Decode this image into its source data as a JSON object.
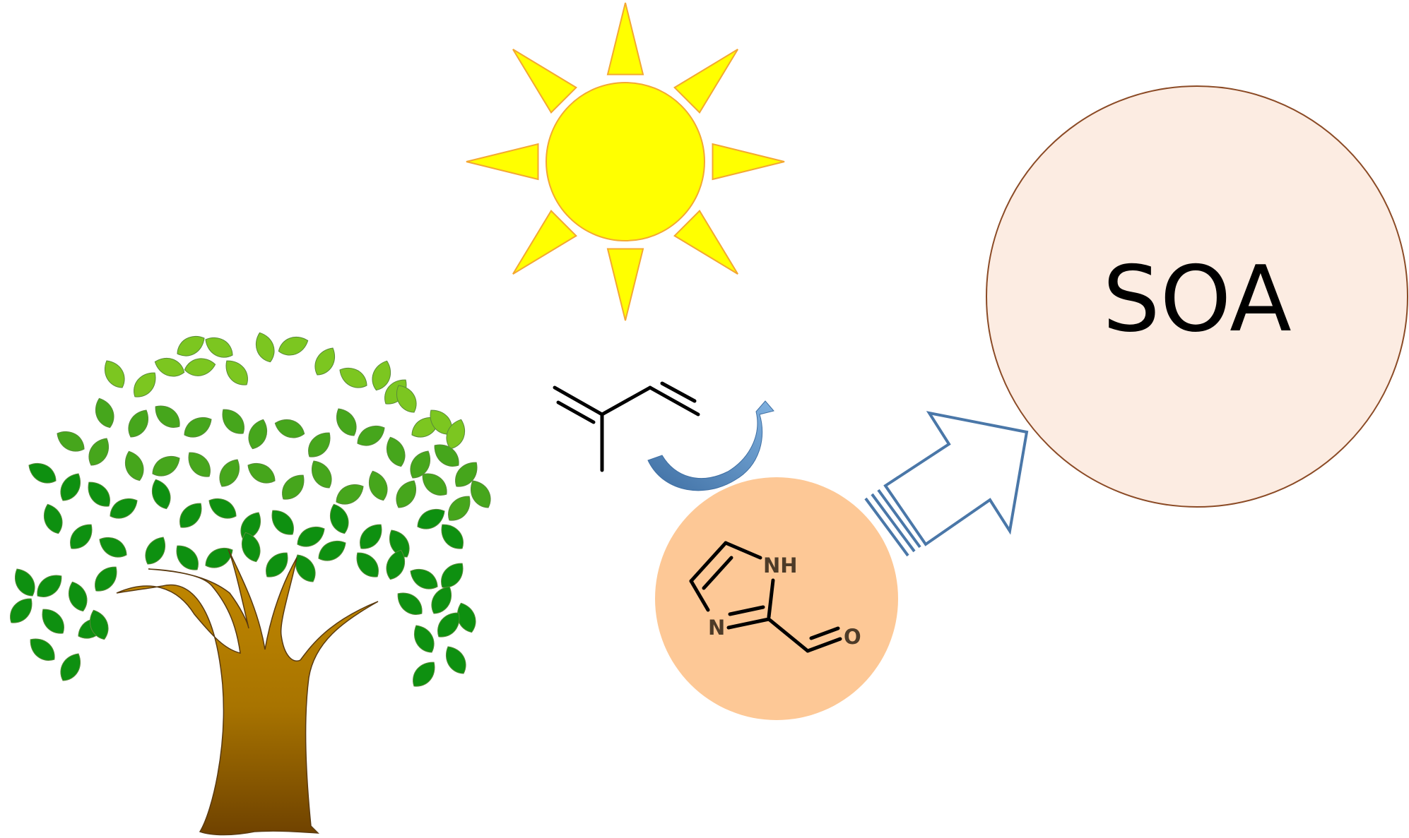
{
  "soa": {
    "label": "SOA",
    "fill": "#fcece2",
    "stroke": "#8b4a25"
  },
  "sun": {
    "fill": "#ffff00",
    "stroke": "#f4a832"
  },
  "product_bubble": {
    "fill": "#fdc896"
  },
  "isoprene": {
    "name": "isoprene"
  },
  "imidazole": {
    "atoms": {
      "nh": "NH",
      "n": "N",
      "o": "O"
    }
  },
  "arrows": {
    "curved_color": "#4a7fb5",
    "block_color": "#4a77a8"
  },
  "tree": {
    "leaf_light": "#7cc620",
    "leaf_mid": "#46a61c",
    "leaf_dark": "#0e9010",
    "trunk_top": "#b88200",
    "trunk_bottom": "#7a4a00"
  }
}
